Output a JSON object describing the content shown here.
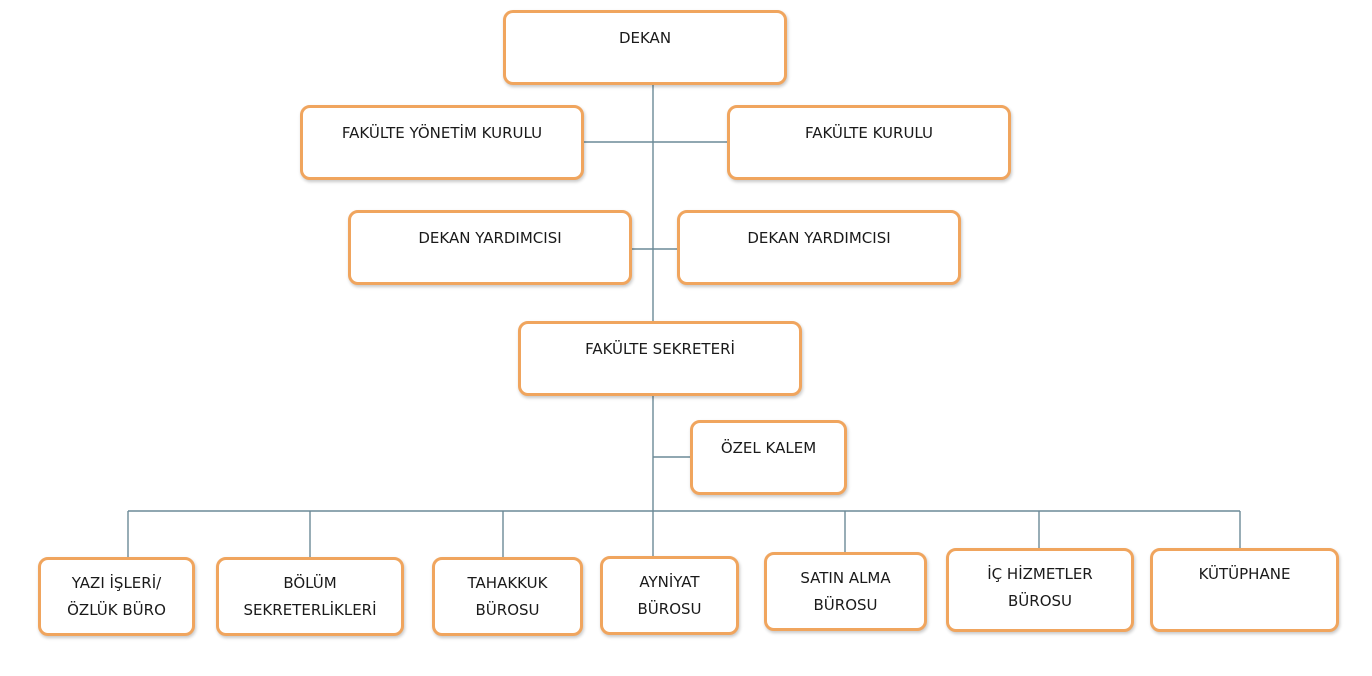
{
  "diagram": {
    "top": {
      "dekan": "DEKAN"
    },
    "boards": {
      "fakulte_yonetim_kurulu": "FAKÜLTE YÖNETİM KURULU",
      "fakulte_kurulu": "FAKÜLTE KURULU"
    },
    "deputies": {
      "left": "DEKAN YARDIMCISI",
      "right": "DEKAN YARDIMCISI"
    },
    "secretary": {
      "fakulte_sekreteri": "FAKÜLTE SEKRETERİ",
      "ozel_kalem": "ÖZEL KALEM"
    },
    "units": {
      "yazi_isleri": [
        "YAZI İŞLERİ/",
        "ÖZLÜK BÜRO"
      ],
      "bolum": [
        "BÖLÜM",
        "SEKRETERLİKLERİ"
      ],
      "tahakkuk": [
        "TAHAKKUK",
        "BÜROSU"
      ],
      "ayniyat": [
        "AYNİYAT",
        "BÜROSU"
      ],
      "satin_alma": [
        "SATIN ALMA",
        "BÜROSU"
      ],
      "ic_hizmetler": [
        "İÇ HİZMETLER",
        "BÜROSU"
      ],
      "kutuphane": "KÜTÜPHANE"
    },
    "colors": {
      "box_border": "#f0a55e",
      "connector": "#6b8a97",
      "text": "#1a1a1a"
    }
  }
}
